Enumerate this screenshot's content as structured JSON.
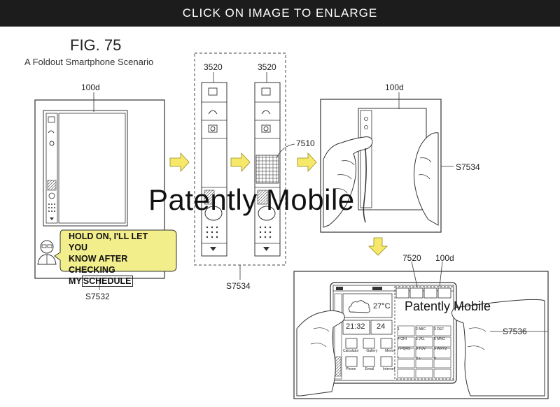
{
  "banner": {
    "text": "CLICK ON IMAGE TO ENLARGE"
  },
  "figure": {
    "title": "FIG. 75",
    "subtitle": "A Foldout Smartphone Scenario"
  },
  "refs": {
    "r100d_a": "100d",
    "r3520_a": "3520",
    "r3520_b": "3520",
    "r100d_b": "100d",
    "r7510": "7510",
    "s7534_right": "S7534",
    "s7534_bottom": "S7534",
    "s7532": "S7532",
    "r7520": "7520",
    "r100d_c": "100d",
    "s7536": "S7536"
  },
  "bubble": {
    "line1": "HOLD ON, I'LL LET YOU",
    "line2": "KNOW AFTER CHECKING",
    "line3_prefix": "MY",
    "line3_boxed": "SCHEDULE"
  },
  "watermark": {
    "big": "Patently Mobile",
    "small": "Patently Mobile"
  },
  "tablet": {
    "temperature": "27°C",
    "time": "21:32",
    "date": "24",
    "apps": [
      "Calculator",
      "Gallery",
      "Memo",
      "Phone",
      "Email",
      "Internet"
    ],
    "dialpad": [
      "1",
      "2 ABC",
      "3 DEF",
      "4 GHI",
      "5 JKL",
      "6 MNO",
      "7 PQRS",
      "8 TUV",
      "9 WXYZ",
      "*",
      "0 +",
      "#"
    ]
  },
  "colors": {
    "bubble_fill": "#f3ee8c",
    "arrow_fill": "#f6e96a",
    "line": "#333333"
  }
}
